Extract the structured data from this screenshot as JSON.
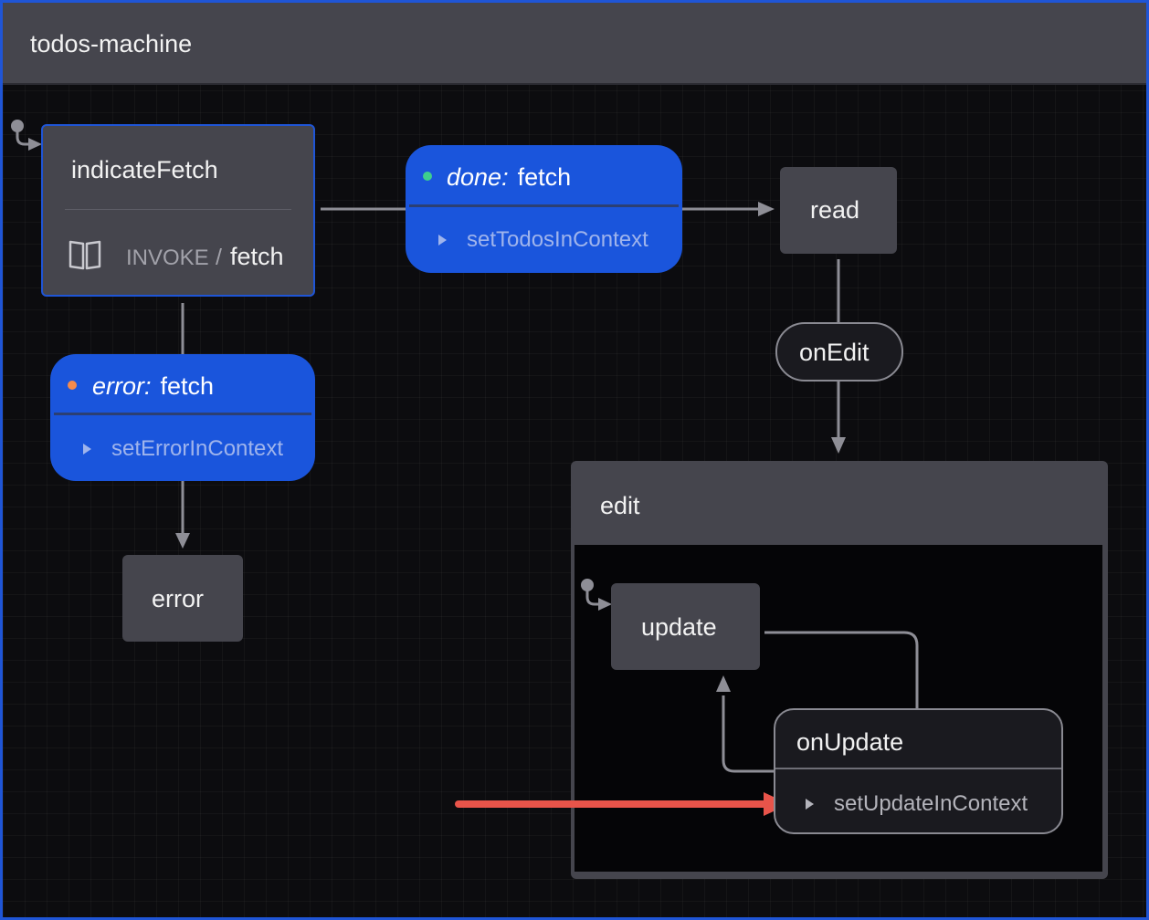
{
  "machine": {
    "title": "todos-machine"
  },
  "states": {
    "indicate_fetch": {
      "label": "indicateFetch",
      "invoke_keyword": "INVOKE",
      "invoke_separator": "/",
      "invoke_src": "fetch"
    },
    "read": {
      "label": "read"
    },
    "error": {
      "label": "error"
    },
    "edit": {
      "label": "edit"
    },
    "update": {
      "label": "update"
    }
  },
  "transitions": {
    "done_fetch": {
      "kind": "done:",
      "event": "fetch",
      "action": "setTodosInContext",
      "dot_color": "#3ecf8e"
    },
    "error_fetch": {
      "kind": "error:",
      "event": "fetch",
      "action": "setErrorInContext",
      "dot_color": "#f58b4c"
    },
    "on_edit": {
      "event": "onEdit"
    },
    "on_update": {
      "event": "onUpdate",
      "action": "setUpdateInContext"
    }
  },
  "colors": {
    "active_border": "#1f55d6",
    "transition_blue": "#1a55dc",
    "highlight_arrow": "#e8544a"
  }
}
